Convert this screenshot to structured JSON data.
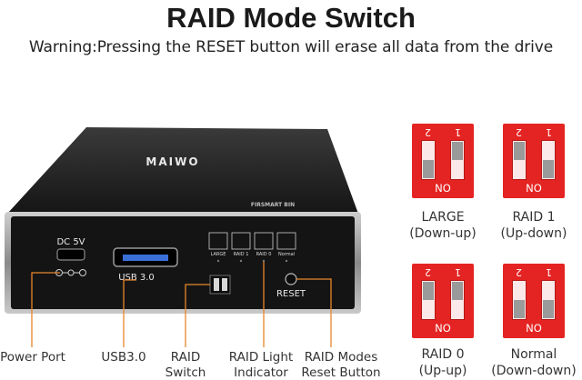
{
  "title": "RAID Mode Switch",
  "warning": "Warning:Pressing the RESET button will erase all data from the drive",
  "device": {
    "brand": "MAIWO",
    "firmware_label": "FIRSMART BIN",
    "dc_label": "DC 5V",
    "usb_label": "USB 3.0",
    "reset_label": "RESET",
    "led_labels": [
      "LARGE",
      "RAID 1",
      "RAID 0",
      "Normal"
    ]
  },
  "captions": {
    "power_port": "Power Port",
    "usb": "USB3.0",
    "raid_switch": [
      "RAID",
      "Switch"
    ],
    "raid_light": [
      "RAID Light",
      "Indicator"
    ],
    "reset_button": [
      "RAID Modes",
      "Reset Button"
    ]
  },
  "modes": [
    {
      "name": "LARGE",
      "desc": "(Down-up)",
      "num_left": "2",
      "num_right": "1",
      "off_label": "NO",
      "switch_levels": [
        0,
        1
      ]
    },
    {
      "name": "RAID 1",
      "desc": "(Up-down)",
      "num_left": "2",
      "num_right": "1",
      "off_label": "NO",
      "switch_levels": [
        1,
        0
      ]
    },
    {
      "name": "RAID 0",
      "desc": "(Up-up)",
      "num_left": "2",
      "num_right": "1",
      "off_label": "NO",
      "switch_levels": [
        1,
        1
      ]
    },
    {
      "name": "Normal",
      "desc": "(Down-down)",
      "num_left": "2",
      "num_right": "1",
      "off_label": "NO",
      "switch_levels": [
        0,
        0
      ]
    }
  ],
  "colors": {
    "accent": "#e8862c",
    "dip_red": "#e42422",
    "enclosure": "#1c1c1c"
  }
}
